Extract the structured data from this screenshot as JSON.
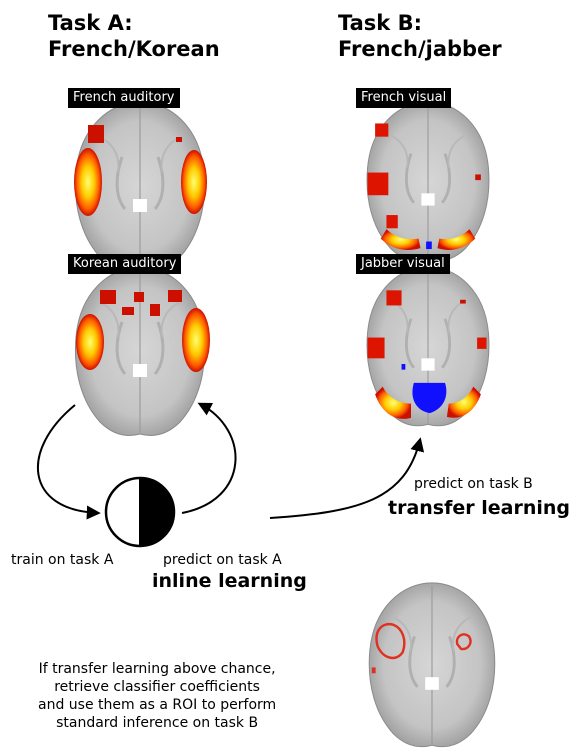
{
  "task_a": {
    "line1": "Task A:",
    "line2": "French/Korean"
  },
  "task_b": {
    "line1": "Task B:",
    "line2": "French/jabber"
  },
  "panels": {
    "french_auditory": "French auditory",
    "korean_auditory": "Korean auditory",
    "french_visual": "French visual",
    "jabber_visual": "Jabber visual"
  },
  "labels": {
    "train": "train on task A",
    "predict_a": "predict on task A",
    "inline": "inline learning",
    "predict_b": "predict on task B",
    "transfer": "transfer learning"
  },
  "note": {
    "line1": "If transfer learning above chance,",
    "line2": "retrieve classifier coefficients",
    "line3": "and use them as a ROI to perform",
    "line4": "standard inference on task B"
  },
  "colors": {
    "activation_hot": "#ff2000",
    "activation_warm": "#ffee00",
    "deactivation": "#1010ff",
    "roi_outline": "#e03020"
  }
}
